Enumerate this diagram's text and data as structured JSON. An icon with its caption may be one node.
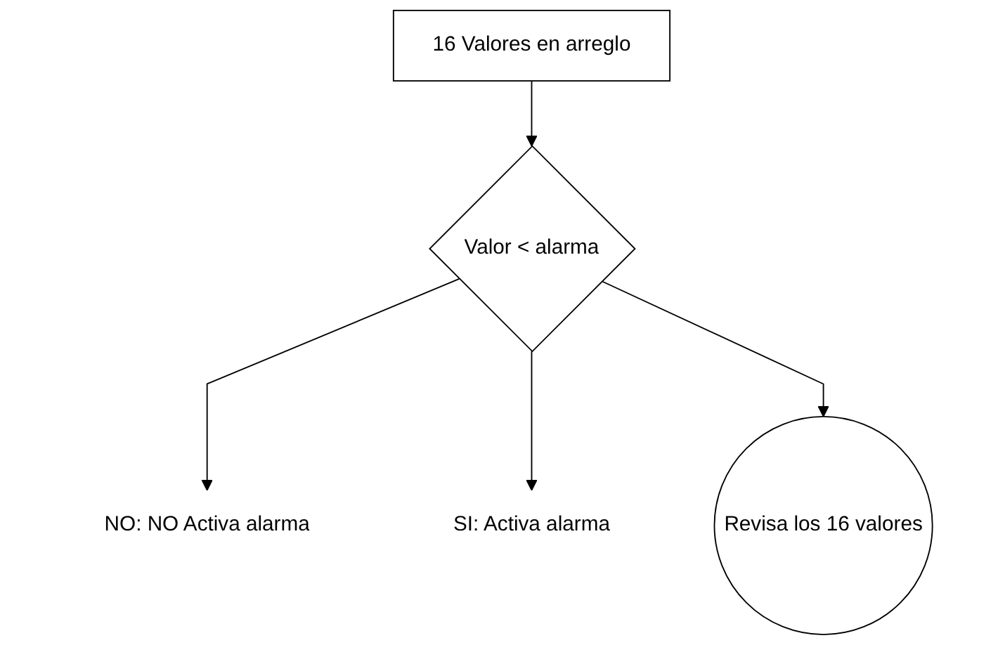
{
  "diagram": {
    "nodes": [
      {
        "text": [
          "16 Valores en arreglo"
        ]
      },
      {
        "text": [
          "Valor < alarma"
        ]
      },
      {
        "text": [
          "NO: NO Activa alarma"
        ]
      },
      {
        "text": [
          "SI: Activa alarma"
        ]
      },
      {
        "text": [
          "Revisa los 16 valores"
        ]
      }
    ],
    "edges": [
      {
        "from": 0,
        "to": 1,
        "arrow": "to"
      },
      {
        "from": 1,
        "to": 2,
        "arrow": "to"
      },
      {
        "from": 1,
        "to": 3,
        "arrow": "to"
      },
      {
        "from": 1,
        "to": 4,
        "arrow": "to"
      }
    ]
  }
}
